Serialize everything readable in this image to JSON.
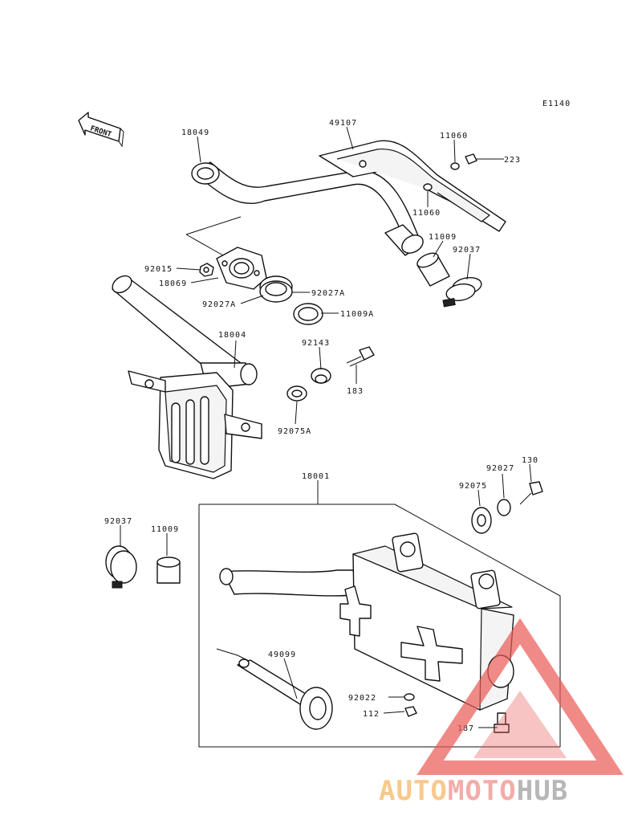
{
  "diagram": {
    "code": "E1140",
    "front_label": "FRONT",
    "parts": {
      "p18049": "18049",
      "p49107": "49107",
      "p11060a": "11060",
      "p223": "223",
      "p11060b": "11060",
      "p11009a": "11009",
      "p92037a": "92037",
      "p92015": "92015",
      "p18069": "18069",
      "p92027Aa": "92027A",
      "p92027Ab": "92027A",
      "p11009A": "11009A",
      "p18004": "18004",
      "p92143": "92143",
      "p183": "183",
      "p92075A": "92075A",
      "p18001": "18001",
      "p130": "130",
      "p92027": "92027",
      "p92075": "92075",
      "p92037b": "92037",
      "p11009b": "11009",
      "p49099": "49099",
      "p92022": "92022",
      "p112": "112",
      "p187": "187"
    }
  },
  "watermark": {
    "part1": "AUTO",
    "part2": "MOTO",
    "part3": "HUB",
    "color1": "#f5b35c",
    "color2": "#ef8a86",
    "color3": "#9a9a9a"
  }
}
